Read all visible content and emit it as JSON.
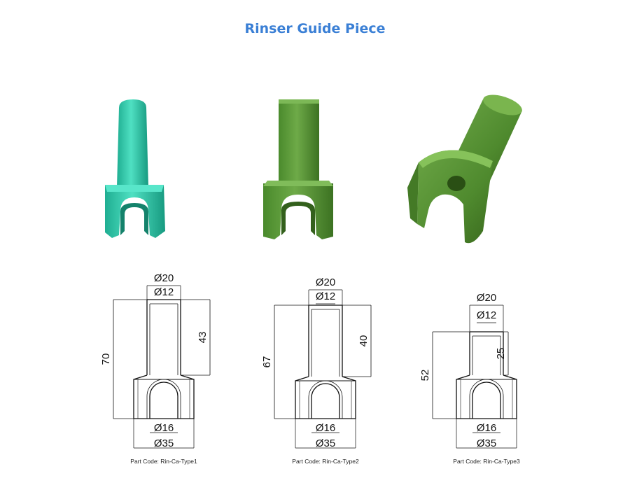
{
  "title": "Rinser Guide Piece",
  "colors": {
    "title": "#3a7fd5",
    "type1_body": "#2ec4a6",
    "type1_shade": "#1a9a80",
    "type2_body": "#5c9a3a",
    "type2_shade": "#3f7424",
    "type3_body": "#5a9234",
    "type3_shade": "#3c6c1f"
  },
  "parts": [
    {
      "top_outer": "Ø20",
      "top_inner": "Ø12",
      "total_height": "70",
      "shaft_height": "43",
      "slot_width": "Ø16",
      "base_width": "Ø35",
      "code": "Part Code: Rin-Ca-Type1"
    },
    {
      "top_outer": "Ø20",
      "top_inner": "Ø12",
      "total_height": "67",
      "shaft_height": "40",
      "slot_width": "Ø16",
      "base_width": "Ø35",
      "code": "Part Code: Rin-Ca-Type2"
    },
    {
      "top_outer": "Ø20",
      "top_inner": "Ø12",
      "total_height": "52",
      "shaft_height": "25",
      "slot_width": "Ø16",
      "base_width": "Ø35",
      "code": "Part Code: Rin-Ca-Type3"
    }
  ]
}
